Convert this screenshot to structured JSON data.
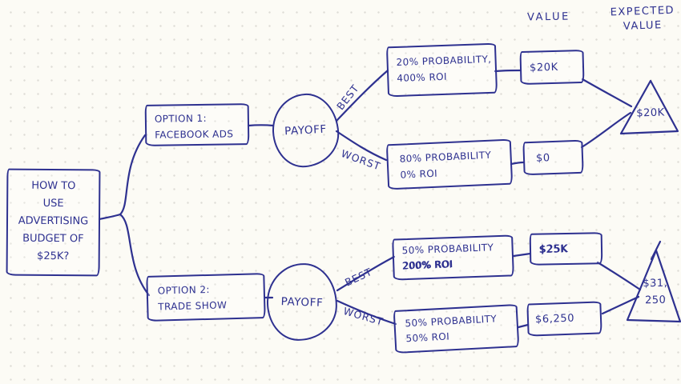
{
  "title": "Hand-drawn decision tree sketch",
  "colors": {
    "ink": "#2e3190",
    "paper": "#fcfbf5"
  },
  "headers": {
    "value": "VALUE",
    "expected_line1": "EXPECTED",
    "expected_line2": "VALUE"
  },
  "root": {
    "line1": "HOW TO",
    "line2": "USE",
    "line3": "ADVERTISING",
    "line4": "BUDGET OF",
    "line5": "$25K?"
  },
  "options": [
    {
      "name_line1": "OPTION 1:",
      "name_line2": "FACEBOOK ADS",
      "payoff_label": "PAYOFF",
      "best_label": "BEST",
      "worst_label": "WORST",
      "best_outcome_line1": "20% PROBABILITY,",
      "best_outcome_line2": "400% ROI",
      "best_value": "$20K",
      "worst_outcome_line1": "80% PROBABILITY",
      "worst_outcome_line2": "0% ROI",
      "worst_value": "$0",
      "expected_value": "$20K"
    },
    {
      "name_line1": "OPTION 2:",
      "name_line2": "TRADE SHOW",
      "payoff_label": "PAYOFF",
      "best_label": "BEST",
      "worst_label": "WORST",
      "best_outcome_line1": "50% PROBABILITY",
      "best_outcome_line2": "200% ROI",
      "best_value": "$25K",
      "worst_outcome_line1": "50% PROBABILITY",
      "worst_outcome_line2": "50% ROI",
      "worst_value": "$6,250",
      "expected_value_line1": "$31,",
      "expected_value_line2": "250"
    }
  ]
}
